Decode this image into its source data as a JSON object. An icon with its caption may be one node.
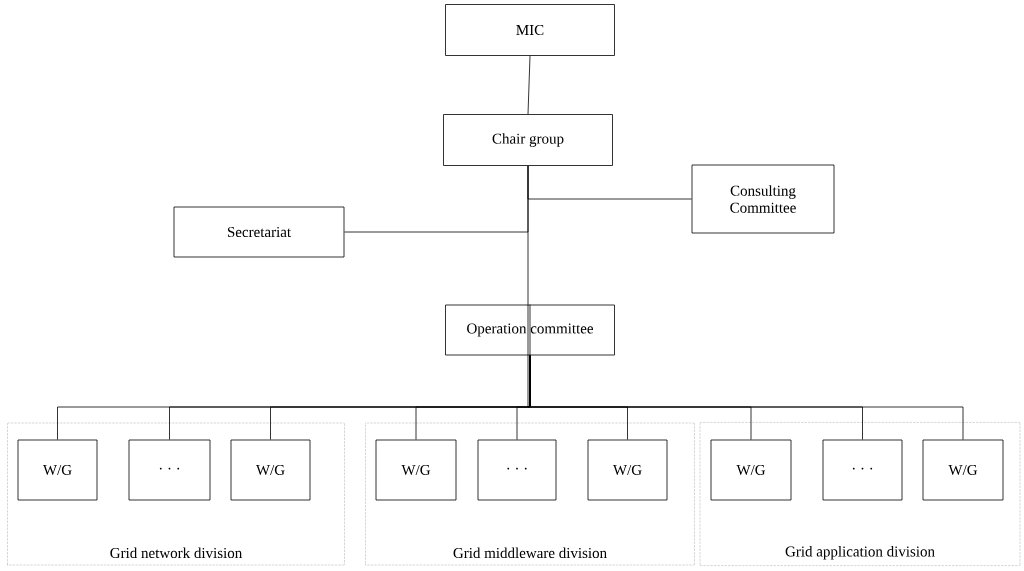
{
  "diagram": {
    "nodes": [
      {
        "text": [
          "MIC"
        ]
      },
      {
        "text": [
          "Chair group"
        ]
      },
      {
        "text": [
          "Consulting Committee"
        ]
      },
      {
        "text": [
          "Secretariat"
        ]
      },
      {
        "text": [
          "Operation committee"
        ]
      },
      {
        "text": [
          "Grid network division"
        ]
      },
      {
        "text": [
          "W/G"
        ],
        "in": 5
      },
      {
        "text": [
          ". . ."
        ],
        "in": 5
      },
      {
        "text": [
          "W/G"
        ],
        "in": 5
      },
      {
        "text": [
          "Grid middleware division"
        ]
      },
      {
        "text": [
          "W/G"
        ],
        "in": 9
      },
      {
        "text": [
          ". . ."
        ],
        "in": 9
      },
      {
        "text": [
          "W/G"
        ],
        "in": 9
      },
      {
        "text": [
          "Grid application division"
        ]
      },
      {
        "text": [
          "W/G"
        ],
        "in": 13
      },
      {
        "text": [
          ". . ."
        ],
        "in": 13
      },
      {
        "text": [
          "W/G"
        ],
        "in": 13
      }
    ],
    "edges": [
      {
        "from": 0,
        "to": 1,
        "arrow": "none"
      },
      {
        "from": 1,
        "to": 2,
        "arrow": "none"
      },
      {
        "from": 1,
        "to": 3,
        "arrow": "none"
      },
      {
        "from": 1,
        "to": 4,
        "arrow": "none"
      },
      {
        "from": 4,
        "to": 6,
        "arrow": "none"
      },
      {
        "from": 4,
        "to": 7,
        "arrow": "none"
      },
      {
        "from": 4,
        "to": 8,
        "arrow": "none"
      },
      {
        "from": 4,
        "to": 10,
        "arrow": "none"
      },
      {
        "from": 4,
        "to": 11,
        "arrow": "none"
      },
      {
        "from": 4,
        "to": 12,
        "arrow": "none"
      },
      {
        "from": 4,
        "to": 14,
        "arrow": "none"
      },
      {
        "from": 4,
        "to": 15,
        "arrow": "none"
      },
      {
        "from": 4,
        "to": 16,
        "arrow": "none"
      }
    ]
  }
}
